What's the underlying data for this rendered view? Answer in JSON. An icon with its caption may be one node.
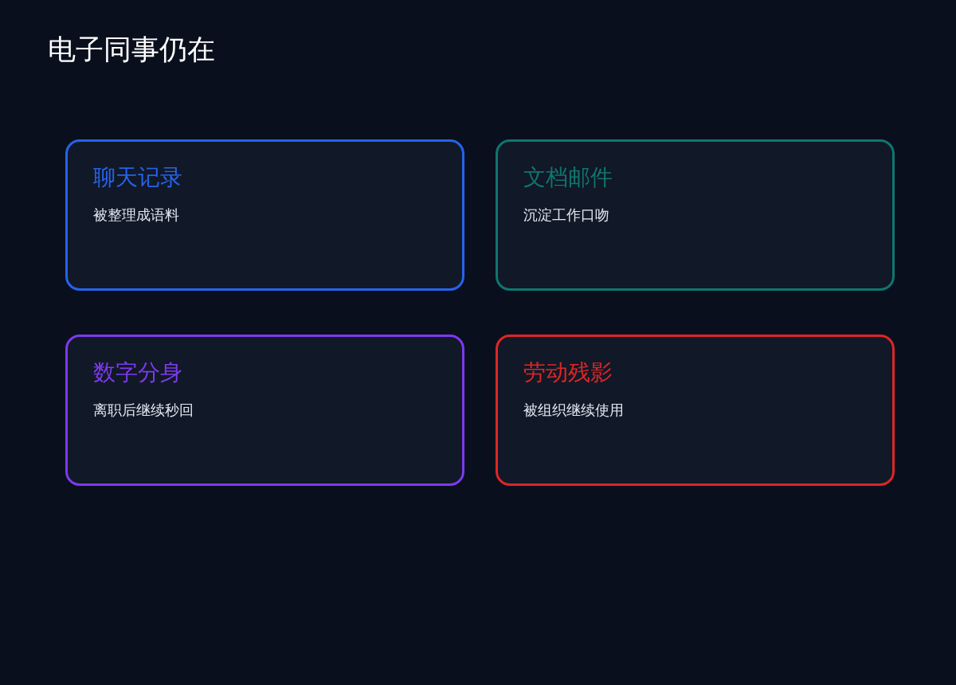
{
  "diagram": {
    "title": "电子同事仍在",
    "nodes": [
      {
        "text": [
          "聊天记录",
          "被整理成语料"
        ]
      },
      {
        "text": [
          "文档邮件",
          "沉淀工作口吻"
        ]
      },
      {
        "text": [
          "数字分身",
          "离职后继续秒回"
        ]
      },
      {
        "text": [
          "劳动残影",
          "被组织继续使用"
        ]
      }
    ]
  }
}
